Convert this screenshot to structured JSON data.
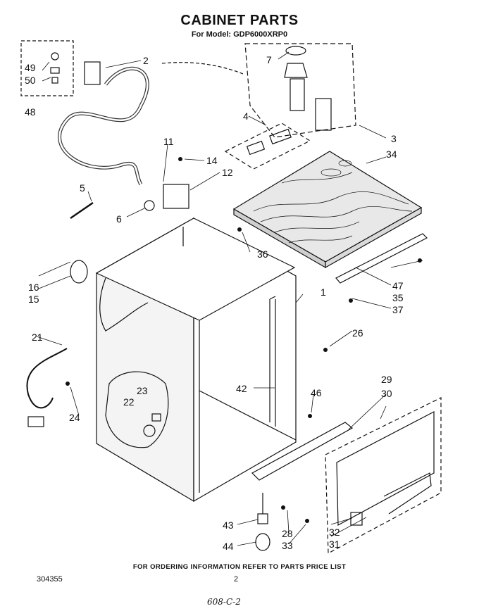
{
  "header": {
    "title": "CABINET PARTS",
    "model": "For Model: GDP6000XRP0"
  },
  "footer": {
    "ordering_note": "FOR ORDERING INFORMATION REFER TO PARTS PRICE LIST",
    "doc_number": "304355",
    "page_number": "2",
    "handwritten_code": "608-C-2"
  },
  "part_labels": [
    "1",
    "2",
    "3",
    "4",
    "5",
    "6",
    "7",
    "11",
    "12",
    "14",
    "15",
    "16",
    "21",
    "22",
    "23",
    "24",
    "26",
    "28",
    "29",
    "30",
    "31",
    "32",
    "33",
    "34",
    "35",
    "36",
    "37",
    "42",
    "43",
    "44",
    "46",
    "47",
    "48",
    "49",
    "50"
  ]
}
